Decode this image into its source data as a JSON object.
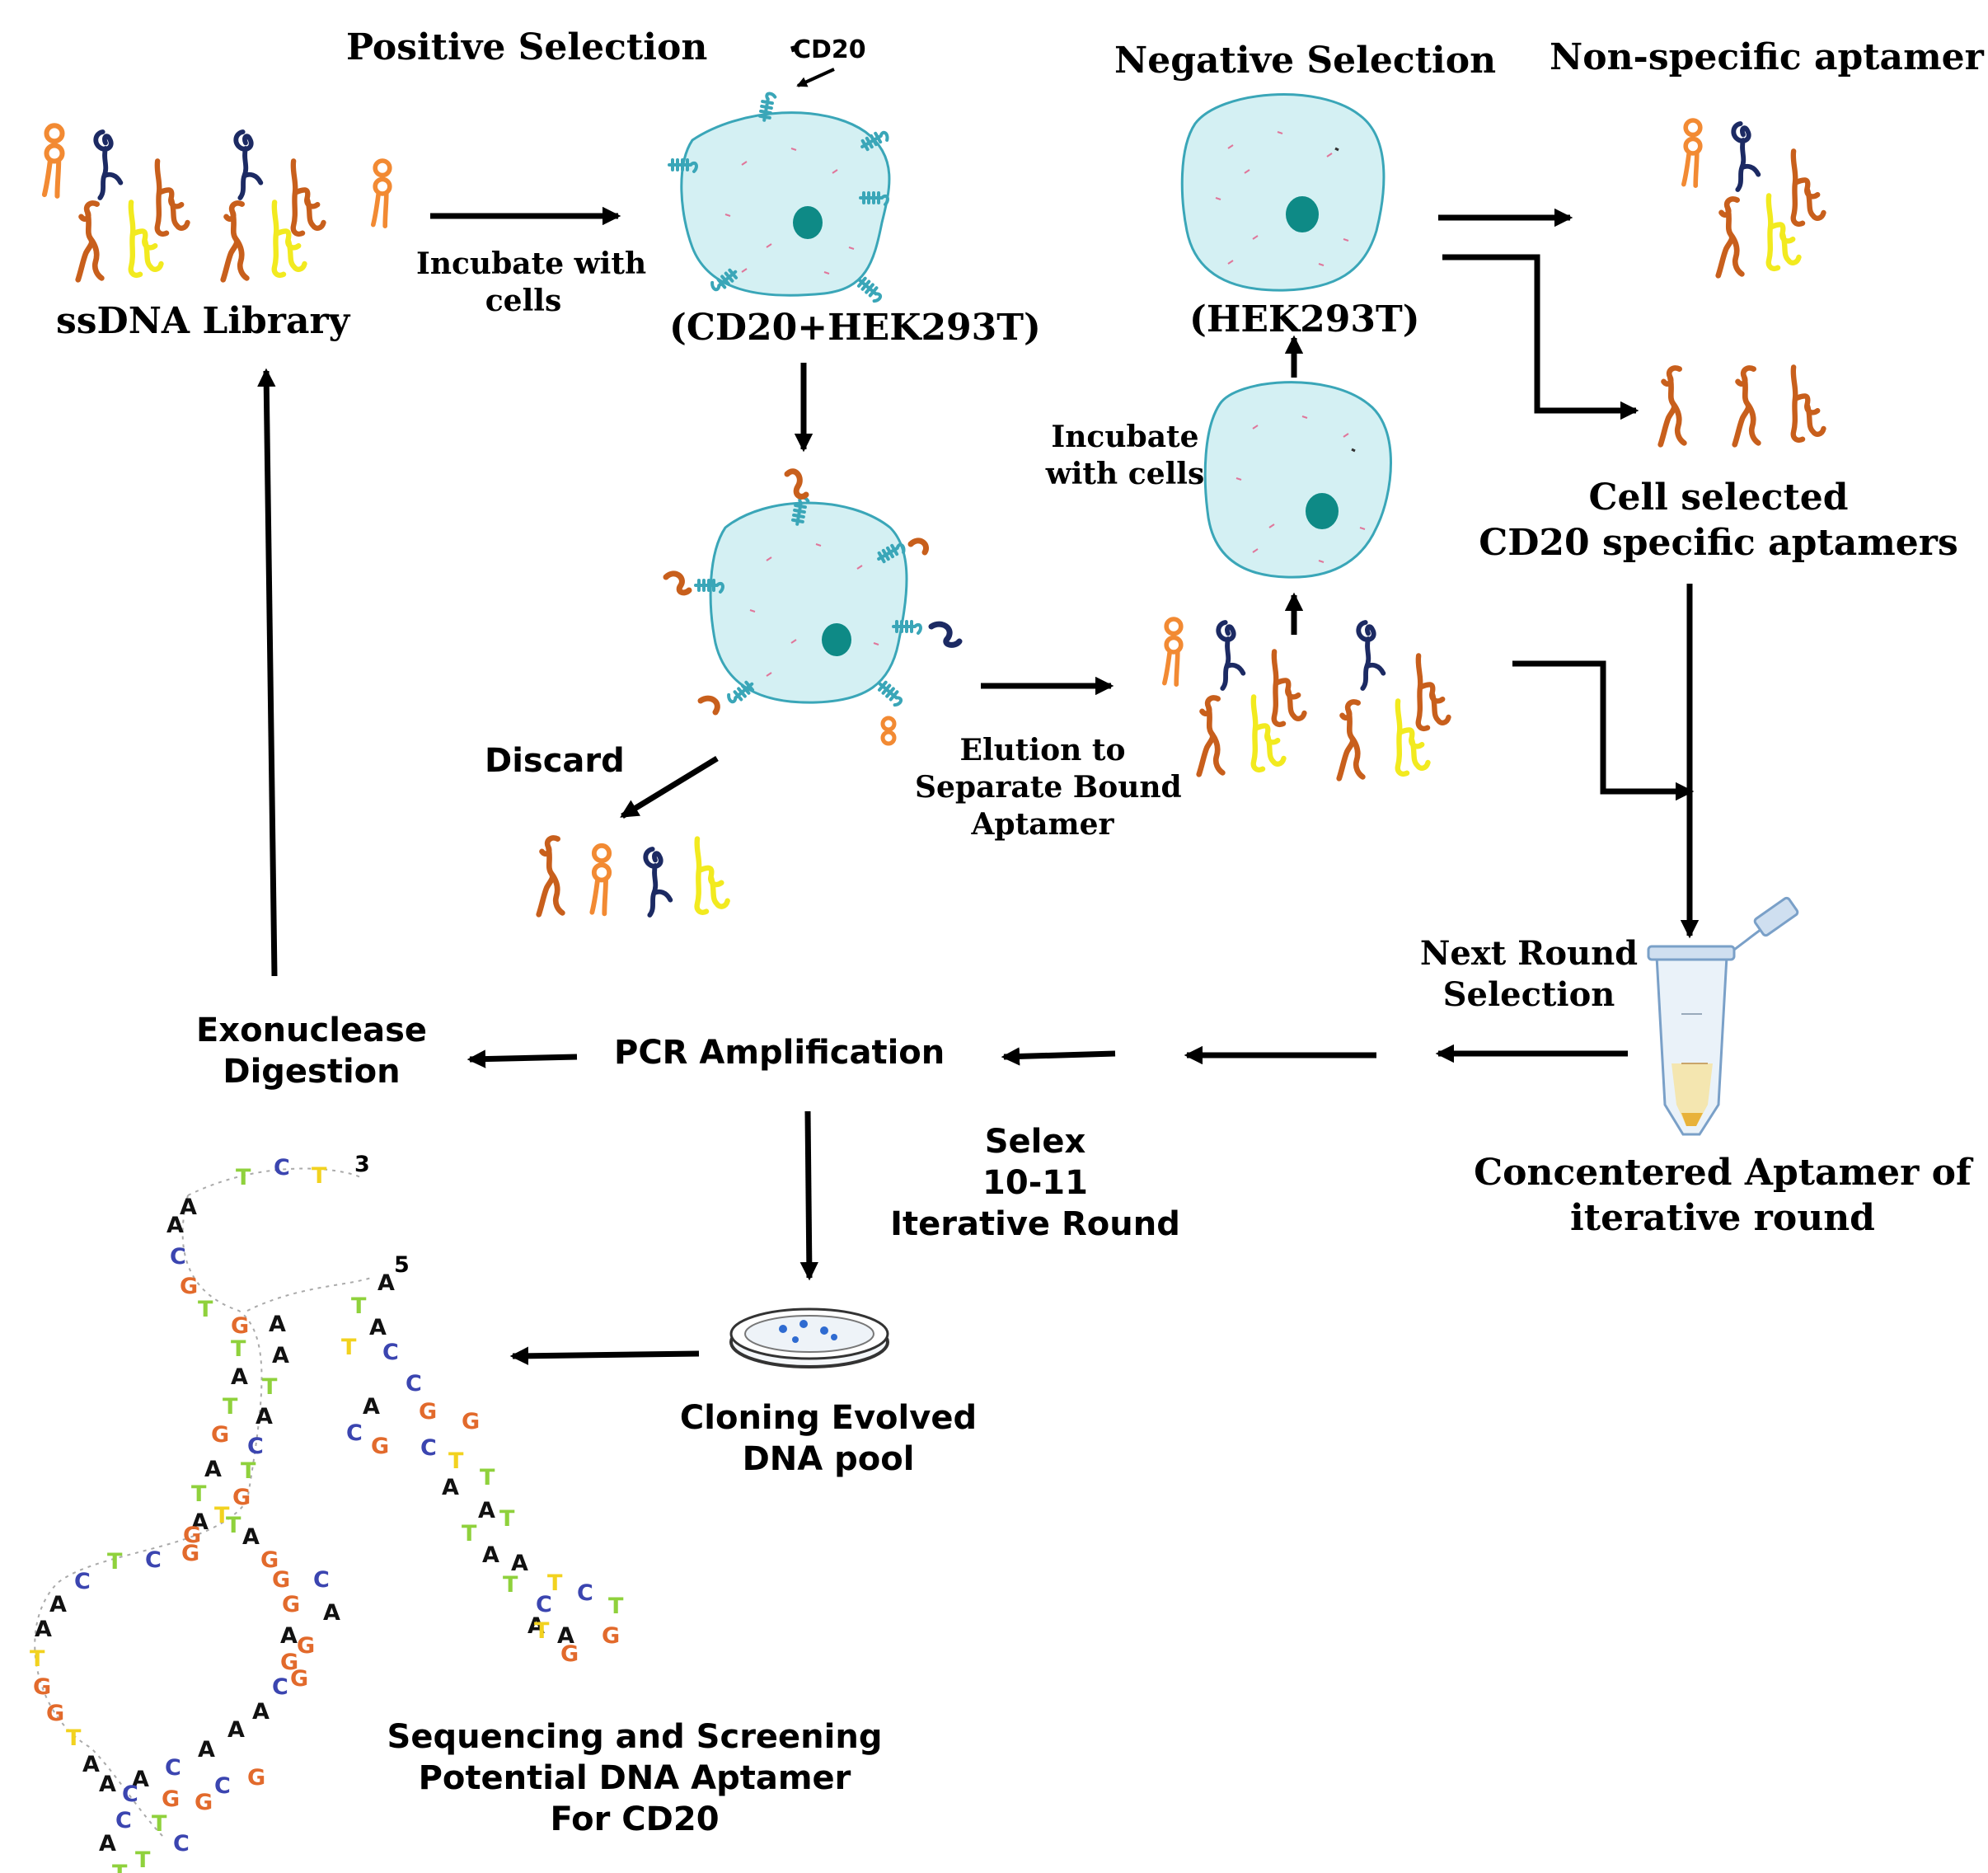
{
  "labels": {
    "positive_selection": "Positive Selection",
    "cd20": "CD20",
    "negative_selection": "Negative Selection",
    "non_specific_aptamer": "Non-specific aptamer",
    "ssdna_library": "ssDNA Library",
    "incubate_with_cells_1": [
      "Incubate with",
      "cells"
    ],
    "cd20_hek293t": "(CD20+HEK293T)",
    "hek293t": "(HEK293T)",
    "incubate_with_cells_2": [
      "Incubate",
      "with cells"
    ],
    "cell_selected": [
      "Cell selected",
      "CD20 specific aptamers"
    ],
    "discard": "Discard",
    "elution": [
      "Elution to",
      "Separate Bound",
      "Aptamer"
    ],
    "next_round": [
      "Next Round",
      "Selection"
    ],
    "exonuclease": [
      "Exonuclease",
      "Digestion"
    ],
    "pcr_amplification": "PCR Amplification",
    "selex": [
      "Selex",
      "10-11",
      "Iterative Round"
    ],
    "concentered": [
      "Concentered Aptamer of",
      "iterative round"
    ],
    "cloning": [
      "Cloning Evolved",
      "DNA pool"
    ],
    "sequencing": [
      "Sequencing and Screening",
      "Potential DNA Aptamer",
      "For CD20"
    ]
  },
  "colors": {
    "orange_aptamer": "#c85f1c",
    "light_orange_aptamer": "#f28a33",
    "navy_aptamer": "#1c2a63",
    "yellow_aptamer": "#f2ea1f",
    "cell_fill": "#d4f0f3",
    "cell_outline": "#3aa6b8",
    "nucleus": "#0e8a86",
    "nt_A": "#111111",
    "nt_T_green": "#8fd13c",
    "nt_T_yellow": "#f2d21f",
    "nt_G": "#e26a2c",
    "nt_C": "#3b45b0"
  },
  "aptamer_structure": {
    "strand_5prime": [
      "A",
      "T",
      "A",
      "T",
      "C",
      "C",
      "A",
      "G",
      "C",
      "G",
      "G",
      "C",
      "T",
      "T",
      "A",
      "A",
      "T",
      "T",
      "A",
      "A",
      "T",
      "T",
      "C",
      "C",
      "A",
      "A",
      "T",
      "T",
      "G",
      "G"
    ],
    "ends": {
      "five": "5",
      "three": "3"
    },
    "nucleotides": [
      "A",
      "T",
      "C",
      "T",
      "A",
      "C",
      "G",
      "T",
      "G",
      "A",
      "T",
      "A",
      "A",
      "T",
      "T",
      "A",
      "G",
      "C",
      "A",
      "T",
      "T",
      "G",
      "A",
      "T",
      "G",
      "C",
      "T",
      "C",
      "A",
      "A",
      "T",
      "G",
      "G",
      "T",
      "A",
      "A",
      "A",
      "C",
      "A",
      "A",
      "A",
      "C",
      "G",
      "A",
      "G",
      "G",
      "G",
      "A",
      "T",
      "G",
      "C",
      "G",
      "C",
      "T",
      "A",
      "T",
      "T",
      "C",
      "C",
      "A",
      "G",
      "G",
      "G",
      "C",
      "G"
    ]
  }
}
